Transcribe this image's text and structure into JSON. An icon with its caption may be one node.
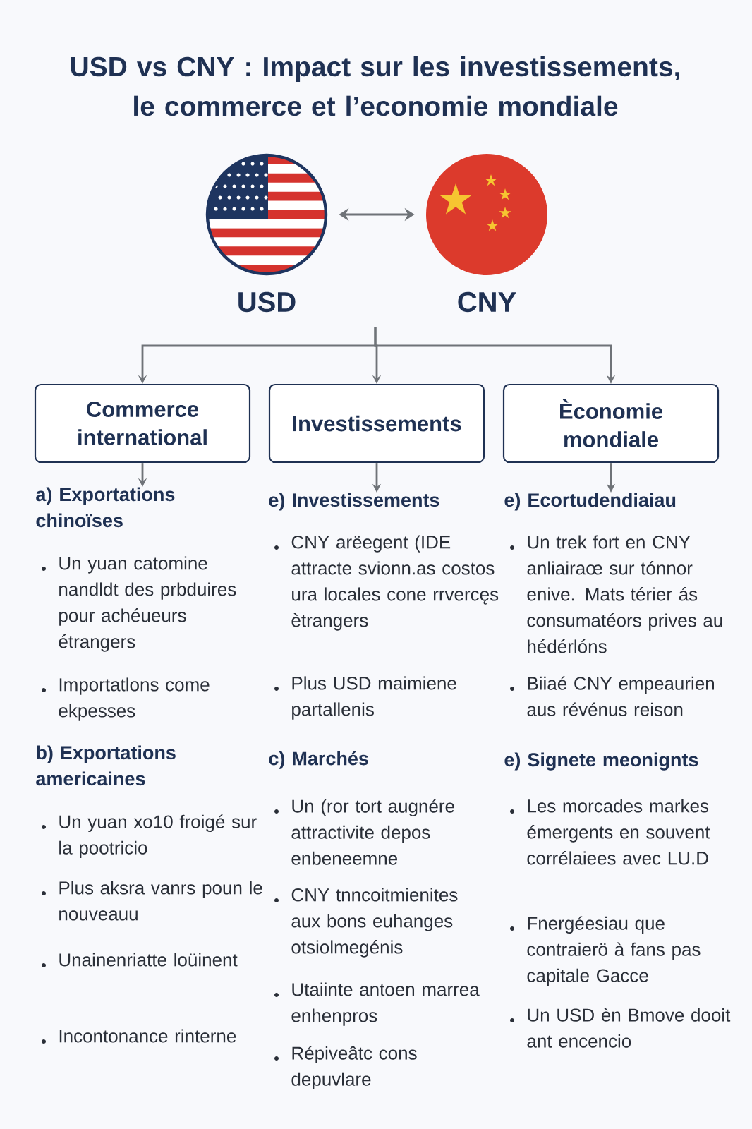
{
  "diagram": {
    "title": "USD vs CNY : Impact sur les investissements, le commerce et l’economie mondiale",
    "nodes": [
      {
        "text": [
          "USD"
        ]
      },
      {
        "text": [
          "CNY"
        ]
      },
      {
        "text": [
          "Commerce international"
        ]
      },
      {
        "text": [
          "Investissements"
        ]
      },
      {
        "text": [
          "Èconomie mondiale"
        ]
      },
      {
        "text": [
          "a) Exportations chinoïses"
        ]
      },
      {
        "text": [
          "e) Investissements"
        ]
      },
      {
        "text": [
          "e) Ecortudendiaiau"
        ]
      }
    ],
    "edges": [
      {
        "from": 0,
        "to": 1,
        "arrow": "both"
      },
      {
        "from": null,
        "to": 2,
        "arrow": "to"
      },
      {
        "from": null,
        "to": 3,
        "arrow": "to"
      },
      {
        "from": null,
        "to": 4,
        "arrow": "to"
      },
      {
        "from": 2,
        "to": 5,
        "arrow": "to"
      },
      {
        "from": 3,
        "to": 6,
        "arrow": "to"
      },
      {
        "from": 4,
        "to": 7,
        "arrow": "to"
      }
    ],
    "labels": [
      "Un yuan catomine nandldt des prbduires pour achéueurs étrangers",
      "Importatlons come ekpesses",
      "b) Exportations americaines",
      "Un yuan xo10 froigé sur la pootricio",
      "Plus aksra vanrs poun le nouveauu",
      "Unainenriatte loüinent",
      "Incontonance rinterne",
      "CNY arëegent (IDE attracte svionn.as costos ura locales cone rrvercęs ètrangers",
      "Plus USD maimiene partallenis",
      "c) Marchés",
      "Un (ror tort augnére attractivite depos enbeneemne",
      "CNY tnncoitmienites aux bons euhanges otsiolmegénis",
      "Utaiinte antoen marrea enhenpros",
      "Répiveâtc cons depuvlare",
      "Un trek fort en CNY anliairaœ sur tónnor enive. Mats térier ás consumatéors prives au hédérlóns",
      "Biiaé CNY empeaurien aus révénus reison",
      "e) Signete meonignts",
      "Les morcades markes émergents en souvent corrélaiees avec LU.D",
      "Fnergéesiau que contraierö à fans pas capitale Gacce",
      "Un USD èn Bmove dooit ant encencio"
    ]
  }
}
